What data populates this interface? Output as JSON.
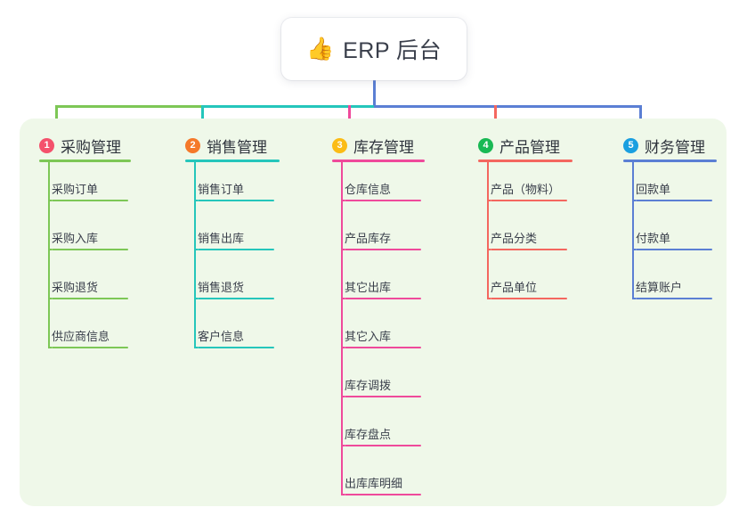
{
  "diagram": {
    "type": "mindmap",
    "title_node": {
      "icon": "thumbs-up-icon",
      "emoji": "👍",
      "label": "ERP 后台"
    },
    "panel_color": "#eff8e9",
    "branches": [
      {
        "number": "1",
        "label": "采购管理",
        "badge_color": "#f4516c",
        "line_color": "#7dc756",
        "connector_color": "#7dc756",
        "items": [
          {
            "label": "采购订单"
          },
          {
            "label": "采购入库"
          },
          {
            "label": "采购退货"
          },
          {
            "label": "供应商信息"
          }
        ]
      },
      {
        "number": "2",
        "label": "销售管理",
        "badge_color": "#f5792a",
        "line_color": "#25c6bb",
        "connector_color": "#25c6bb",
        "items": [
          {
            "label": "销售订单"
          },
          {
            "label": "销售出库"
          },
          {
            "label": "销售退货"
          },
          {
            "label": "客户信息"
          }
        ]
      },
      {
        "number": "3",
        "label": "库存管理",
        "badge_color": "#fbbc16",
        "line_color": "#ef4a9b",
        "connector_color": "#ef4a9b",
        "items": [
          {
            "label": "仓库信息"
          },
          {
            "label": "产品库存"
          },
          {
            "label": "其它出库"
          },
          {
            "label": "其它入库"
          },
          {
            "label": "库存调拨"
          },
          {
            "label": "库存盘点"
          },
          {
            "label": "出库库明细"
          }
        ]
      },
      {
        "number": "4",
        "label": "产品管理",
        "badge_color": "#19b954",
        "line_color": "#f4675f",
        "connector_color": "#f4675f",
        "items": [
          {
            "label": "产品（物料）"
          },
          {
            "label": "产品分类"
          },
          {
            "label": "产品单位"
          }
        ]
      },
      {
        "number": "5",
        "label": "财务管理",
        "badge_color": "#1a9fe0",
        "line_color": "#5b7fd4",
        "connector_color": "#5b7fd4",
        "items": [
          {
            "label": "回款单"
          },
          {
            "label": "付款单"
          },
          {
            "label": "结算账户"
          }
        ]
      }
    ],
    "trunk": {
      "color_left": "#7dc756",
      "color_mid_left": "#25c6bb",
      "color_mid_right": "#5b7fd4",
      "stem_color": "#5b7fd4"
    }
  }
}
